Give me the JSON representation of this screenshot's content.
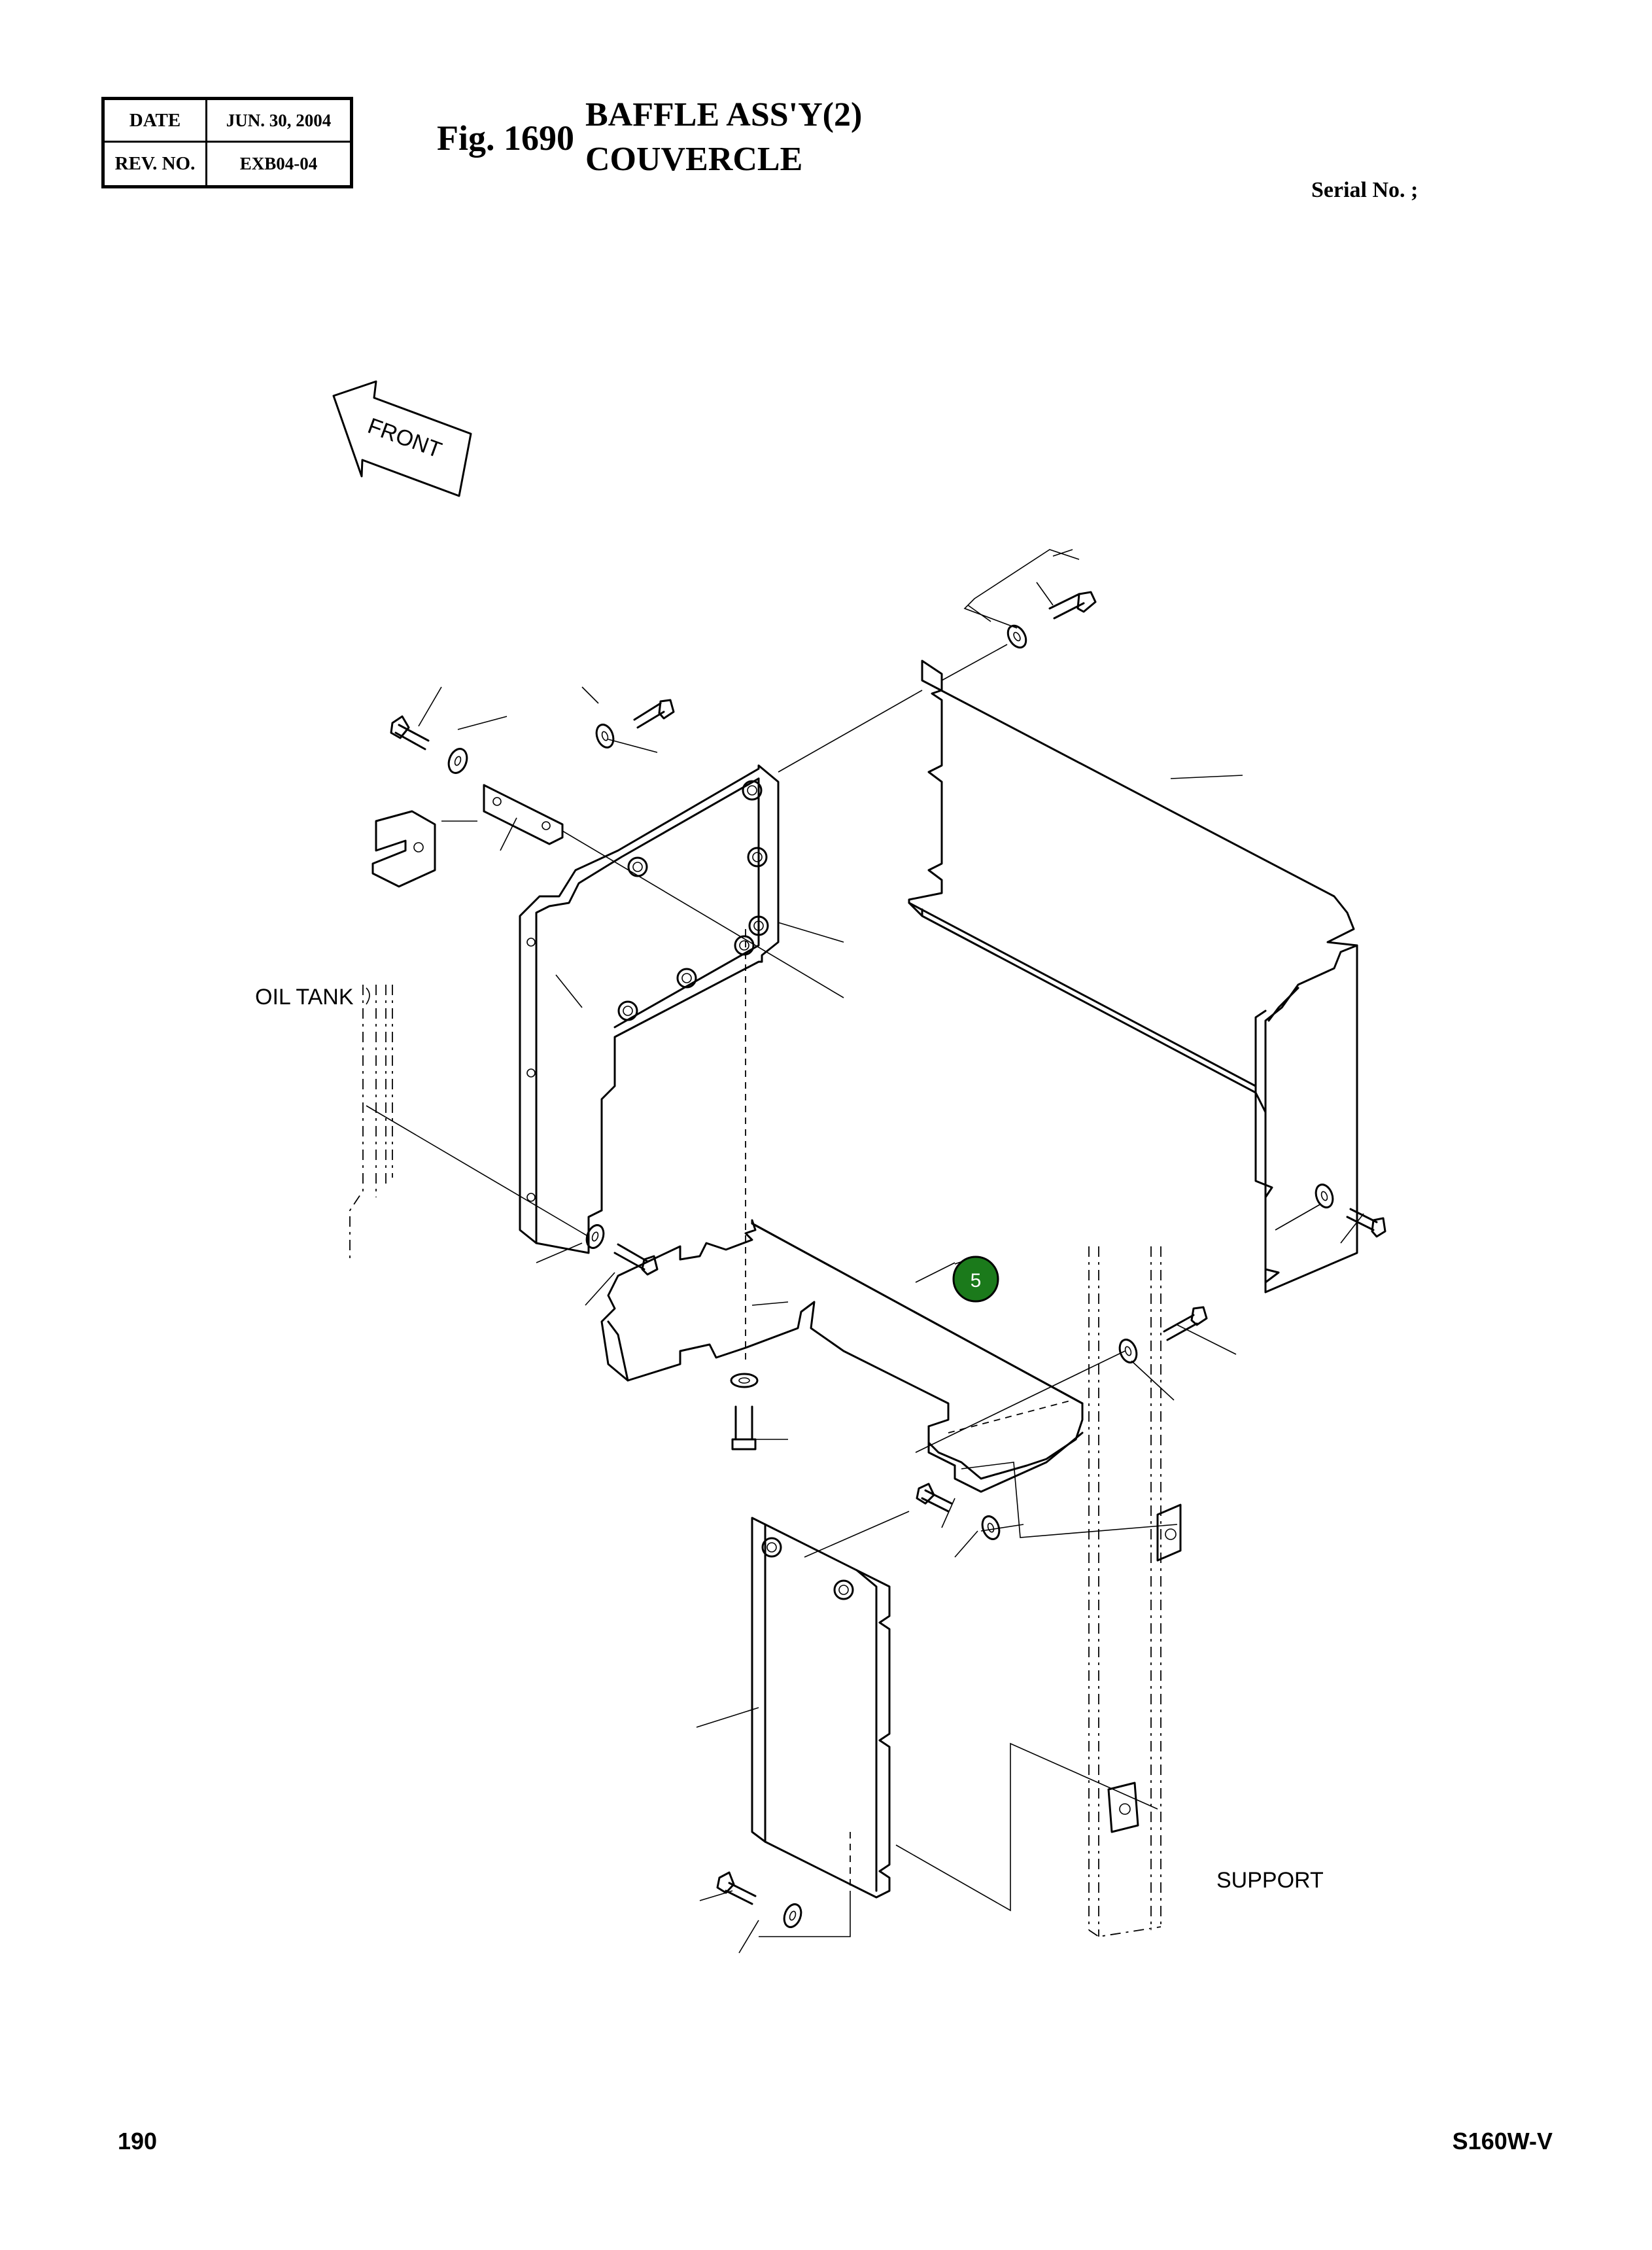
{
  "header": {
    "date_label": "DATE",
    "date_value": "JUN. 30, 2004",
    "rev_label": "REV. NO.",
    "rev_value": "EXB04-04",
    "fig_label": "Fig. 1690",
    "title_main": "BAFFLE ASS'Y(2)",
    "title_sub": "COUVERCLE",
    "serial_label": "Serial No. ;"
  },
  "drawing": {
    "front_label": "FRONT",
    "oil_tank_label": "OIL TANK",
    "support_label": "SUPPORT",
    "callout_number": "5",
    "callout_color": "#1b7a1b"
  },
  "footer": {
    "page_number": "190",
    "model": "S160W-V"
  }
}
